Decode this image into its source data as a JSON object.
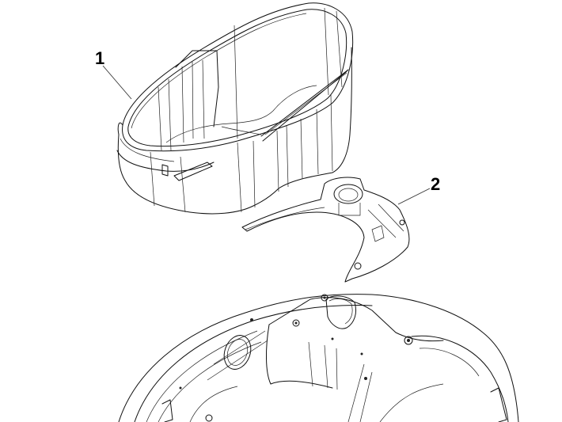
{
  "diagram": {
    "type": "exploded-parts-view",
    "background": "#ffffff",
    "line_color": "#111111",
    "parts": [
      {
        "id": "part-1",
        "callout": "1",
        "description": "helmet compartment tub"
      },
      {
        "id": "part-2",
        "callout": "2",
        "description": "compartment support bracket"
      },
      {
        "id": "part-body",
        "callout": "",
        "description": "rear body frame"
      }
    ],
    "callouts": {
      "one": "1",
      "two": "2"
    }
  }
}
